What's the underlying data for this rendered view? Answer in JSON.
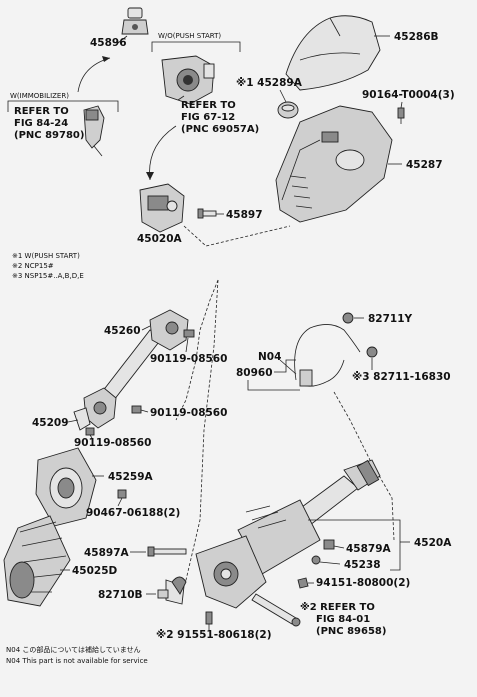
{
  "labels": {
    "p45896": "45896",
    "wo_push_start": "W/O(PUSH START)",
    "w_immobilizer": "W(IMMOBILIZER)",
    "ref_84_24_l1": "REFER TO",
    "ref_84_24_l2": "FIG 84-24",
    "ref_84_24_l3": "(PNC 89780)",
    "ref_67_12_l1": "REFER TO",
    "ref_67_12_l2": "FIG 67-12",
    "ref_67_12_l3": "(PNC 69057A)",
    "p45286b": "45286B",
    "p45289a": "※1 45289A",
    "p90164": "90164-T0004(3)",
    "p45287": "45287",
    "p45897": "45897",
    "p45020a": "45020A",
    "note1": "※1 W(PUSH START)",
    "note2": "※2 NCP15#",
    "note3": "※3 NSP15#..A,B,D,E",
    "p82711y": "82711Y",
    "p45260": "45260",
    "n04": "N04",
    "p90119_a": "90119-08560",
    "p80960": "80960",
    "p82711_16830": "※3 82711-16830",
    "p45209": "45209",
    "p90119_b": "90119-08560",
    "p90119_c": "90119-08560",
    "p45259a": "45259A",
    "p90467": "90467-06188(2)",
    "p45897a": "45897A",
    "p45879a": "45879A",
    "p4520a": "4520A",
    "p45238": "45238",
    "p45025d": "45025D",
    "p94151": "94151-80800(2)",
    "p82710b": "82710B",
    "ref_84_01_l1": "※2 REFER TO",
    "ref_84_01_l2": "FIG 84-01",
    "ref_84_01_l3": "(PNC 89658)",
    "p91551": "※2 91551-80618(2)",
    "footer_jp": "N04  この部品については補給していません",
    "footer_en": "N04  This part is not available for service"
  }
}
